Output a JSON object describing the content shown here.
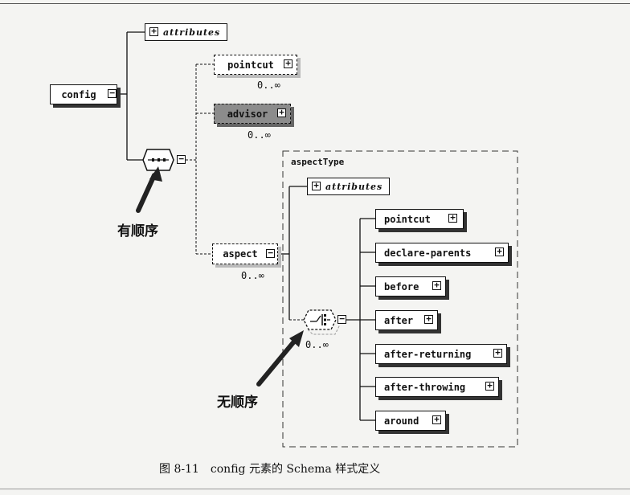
{
  "root": {
    "label": "config"
  },
  "attributes_label": "attributes",
  "sequence_children": [
    {
      "label": "pointcut",
      "multiplicity": "0..∞"
    },
    {
      "label": "advisor",
      "multiplicity": "0..∞"
    },
    {
      "label": "aspect",
      "multiplicity": "0..∞"
    }
  ],
  "aspect_type": {
    "title": "aspectType",
    "attributes_label": "attributes",
    "choice_multiplicity": "0..∞",
    "children": [
      "pointcut",
      "declare-parents",
      "before",
      "after",
      "after-returning",
      "after-throwing",
      "around"
    ]
  },
  "annotations": {
    "ordered": "有顺序",
    "unordered": "无顺序"
  },
  "caption": "图 8-11　config 元素的 Schema 样式定义",
  "toggle_glyphs": {
    "expand": "+",
    "collapse": "−"
  }
}
